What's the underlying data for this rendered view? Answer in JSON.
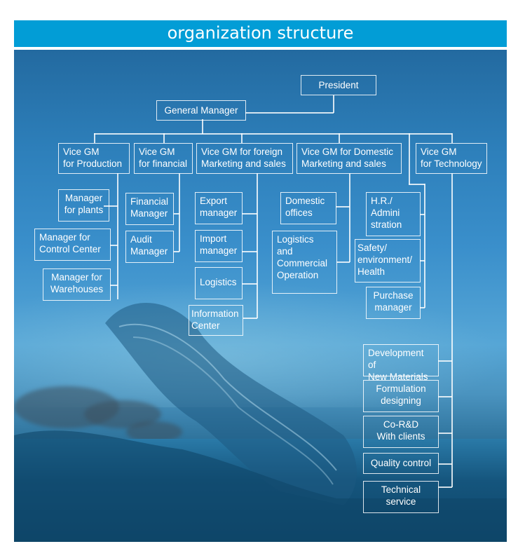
{
  "title": "organization structure",
  "org": {
    "president": "President",
    "general_manager": "General Manager",
    "vice_gms": [
      {
        "label": "Vice GM\nfor Production",
        "children": [
          "Manager\nfor plants",
          "Manager for\nControl Center",
          "Manager for\nWarehouses"
        ]
      },
      {
        "label": "Vice GM\nfor financial",
        "children": [
          "Financial\nManager",
          "Audit\nManager"
        ]
      },
      {
        "label": "Vice GM for foreign\nMarketing and sales",
        "children": [
          "Export\nmanager",
          "Import\nmanager",
          "Logistics",
          "Information\nCenter"
        ]
      },
      {
        "label": "Vice GM for Domestic\nMarketing and sales",
        "children": [
          "Domestic\noffices",
          "Logistics\nand\nCommercial\nOperation"
        ]
      },
      {
        "label": "Vice GM\nfor Technology",
        "children": [
          "Development of\nNew Materials",
          "Formulation\ndesigning",
          "Co-R&D\nWith clients",
          "Quality control",
          "Technical\nservice"
        ]
      }
    ],
    "gm_direct": [
      "H.R./\nAdmini\nstration",
      "Safety/\nenvironment/\nHealth",
      "Purchase\nmanager"
    ]
  },
  "colors": {
    "title_bar": "#029dd6",
    "line": "#ffffff",
    "text": "#ffffff"
  }
}
